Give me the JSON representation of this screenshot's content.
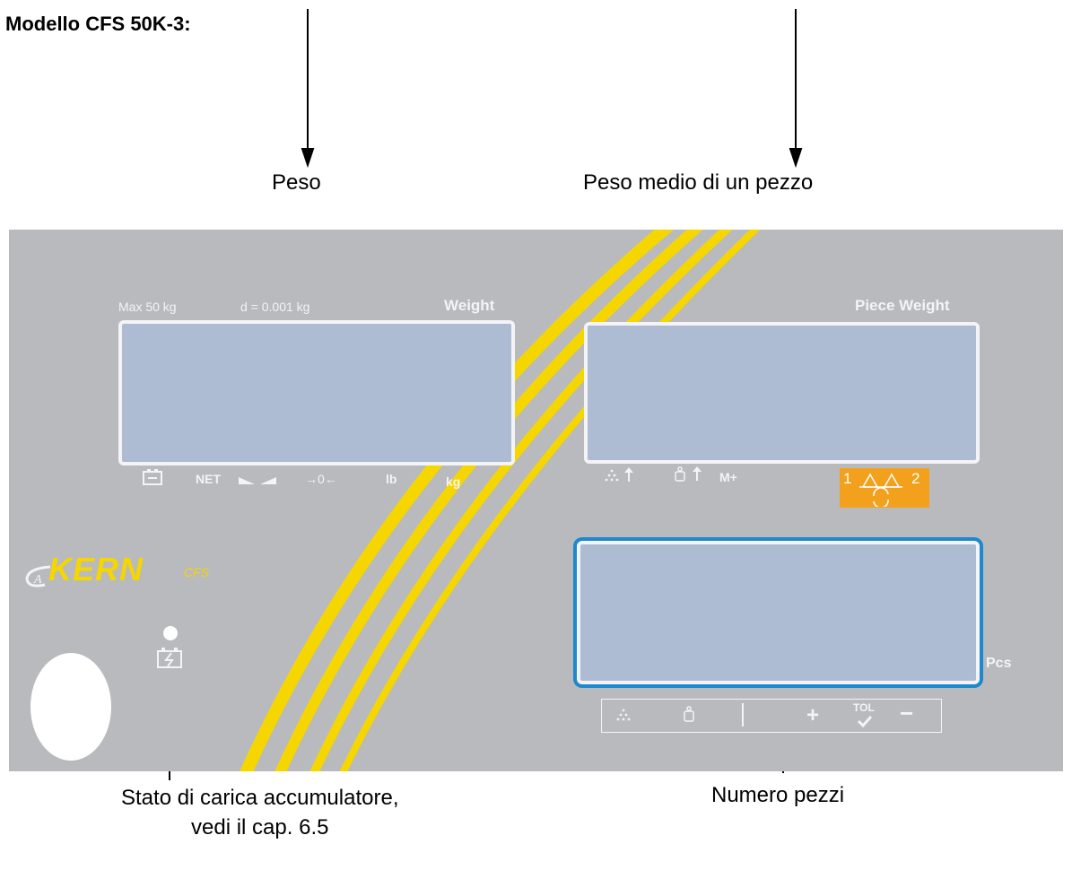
{
  "title": "Modello CFS 50K-3:",
  "callouts": {
    "weight": "Peso",
    "avg_piece_weight": "Peso  medio di un pezzo",
    "battery_line1": "Stato di carica accumulatore,",
    "battery_line2": "vedi il cap. 6.5",
    "pieces": "Numero pezzi"
  },
  "panel": {
    "max_label": "Max  50 kg",
    "d_label": "d = 0.001 kg",
    "weight_label": "Weight",
    "piece_weight_label": "Piece Weight",
    "pcs_label": "Pcs",
    "indicators": {
      "net": "NET",
      "zero": "→0←",
      "lb": "lb",
      "kg": "kg",
      "mplus": "M+"
    },
    "scale_switch": {
      "left": "1",
      "right": "2"
    },
    "brand": "KERN",
    "brand_sub": "CFS",
    "keys": {
      "plus": "+",
      "tol": "TOL",
      "minus": "−"
    }
  },
  "colors": {
    "panel_bg": "#b9babd",
    "lcd": "#adbbd3",
    "stripe": "#f5d600",
    "accent_blue": "#1e88cd",
    "switch_orange": "#f3a11d"
  }
}
